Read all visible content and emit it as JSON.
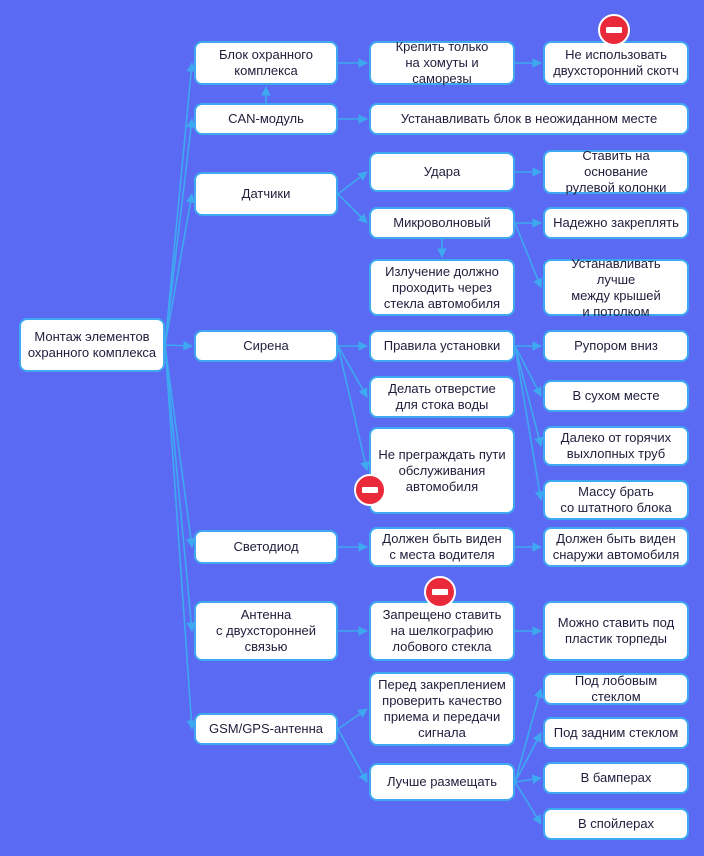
{
  "colors": {
    "background": "#5a6af3",
    "box_fill": "#ffffff",
    "box_border": "#3ea8f0",
    "connector": "#3ea8f0",
    "prohibit": "#ea2a3a",
    "text": "#1e1e3c"
  },
  "nodes": {
    "root": "Монтаж элементов\nохранного комплекса",
    "unit": "Блок охранного\nкомплекса",
    "unit_fasten": "Крепить только\nна хомуты и саморезы",
    "unit_no_tape": "Не использовать\nдвухсторонний скотч",
    "can": "CAN-модуль",
    "can_place": "Устанавливать блок в неожиданном месте",
    "sensors": "Датчики",
    "shock": "Удара",
    "shock_mount": "Ставить на основание\nрулевой колонки",
    "microwave": "Микроволновый",
    "microwave_secure": "Надежно закреплять",
    "microwave_glass": "Излучение должно\nпроходить через\nстекла автомобиля",
    "microwave_roof": "Устанавливать лучше\nмежду крышей\nи потолком",
    "siren": "Сирена",
    "siren_rules": "Правила установки",
    "siren_down": "Рупором вниз",
    "siren_drain": "Делать отверстие\nдля стока воды",
    "siren_dry": "В сухом месте",
    "siren_exhaust": "Далеко от горячих\nвыхлопных труб",
    "siren_service": "Не преграждать пути\nобслуживания\nавтомобиля",
    "siren_ground": "Массу брать\nсо штатного блока",
    "led": "Светодиод",
    "led_driver": "Должен быть виден\nс места водителя",
    "led_outside": "Должен быть виден\nснаружи автомобиля",
    "antenna": "Антенна\nс двухсторонней\nсвязью",
    "antenna_silk": "Запрещено ставить\nна шелкографию\nлобового стекла",
    "antenna_panel": "Можно ставить под\nпластик торпеды",
    "gsm": "GSM/GPS-антенна",
    "gsm_check": "Перед закреплением\nпроверить качество\nприема и передачи\nсигнала",
    "gsm_best": "Лучше размещать",
    "gsm_windshield": "Под лобовым стеклом",
    "gsm_rear": "Под задним стеклом",
    "gsm_bumper": "В бамперах",
    "gsm_spoiler": "В спойлерах"
  },
  "edges": [
    [
      "root",
      "unit"
    ],
    [
      "root",
      "can"
    ],
    [
      "root",
      "sensors"
    ],
    [
      "root",
      "siren"
    ],
    [
      "root",
      "led"
    ],
    [
      "root",
      "antenna"
    ],
    [
      "root",
      "gsm"
    ],
    [
      "unit",
      "unit_fasten"
    ],
    [
      "unit_fasten",
      "unit_no_tape"
    ],
    [
      "can",
      "unit"
    ],
    [
      "can",
      "can_place"
    ],
    [
      "sensors",
      "shock"
    ],
    [
      "sensors",
      "microwave"
    ],
    [
      "shock",
      "shock_mount"
    ],
    [
      "microwave",
      "microwave_secure"
    ],
    [
      "microwave",
      "microwave_glass"
    ],
    [
      "microwave",
      "microwave_roof"
    ],
    [
      "siren",
      "siren_rules"
    ],
    [
      "siren",
      "siren_drain"
    ],
    [
      "siren",
      "siren_service"
    ],
    [
      "siren_rules",
      "siren_down"
    ],
    [
      "siren_rules",
      "siren_dry"
    ],
    [
      "siren_rules",
      "siren_exhaust"
    ],
    [
      "siren_rules",
      "siren_ground"
    ],
    [
      "led",
      "led_driver"
    ],
    [
      "led_driver",
      "led_outside"
    ],
    [
      "antenna",
      "antenna_silk"
    ],
    [
      "antenna_silk",
      "antenna_panel"
    ],
    [
      "gsm",
      "gsm_check"
    ],
    [
      "gsm",
      "gsm_best"
    ],
    [
      "gsm_best",
      "gsm_windshield"
    ],
    [
      "gsm_best",
      "gsm_rear"
    ],
    [
      "gsm_best",
      "gsm_bumper"
    ],
    [
      "gsm_best",
      "gsm_spoiler"
    ]
  ],
  "prohibit_markers": [
    "unit_no_tape",
    "siren_service",
    "antenna_silk"
  ]
}
